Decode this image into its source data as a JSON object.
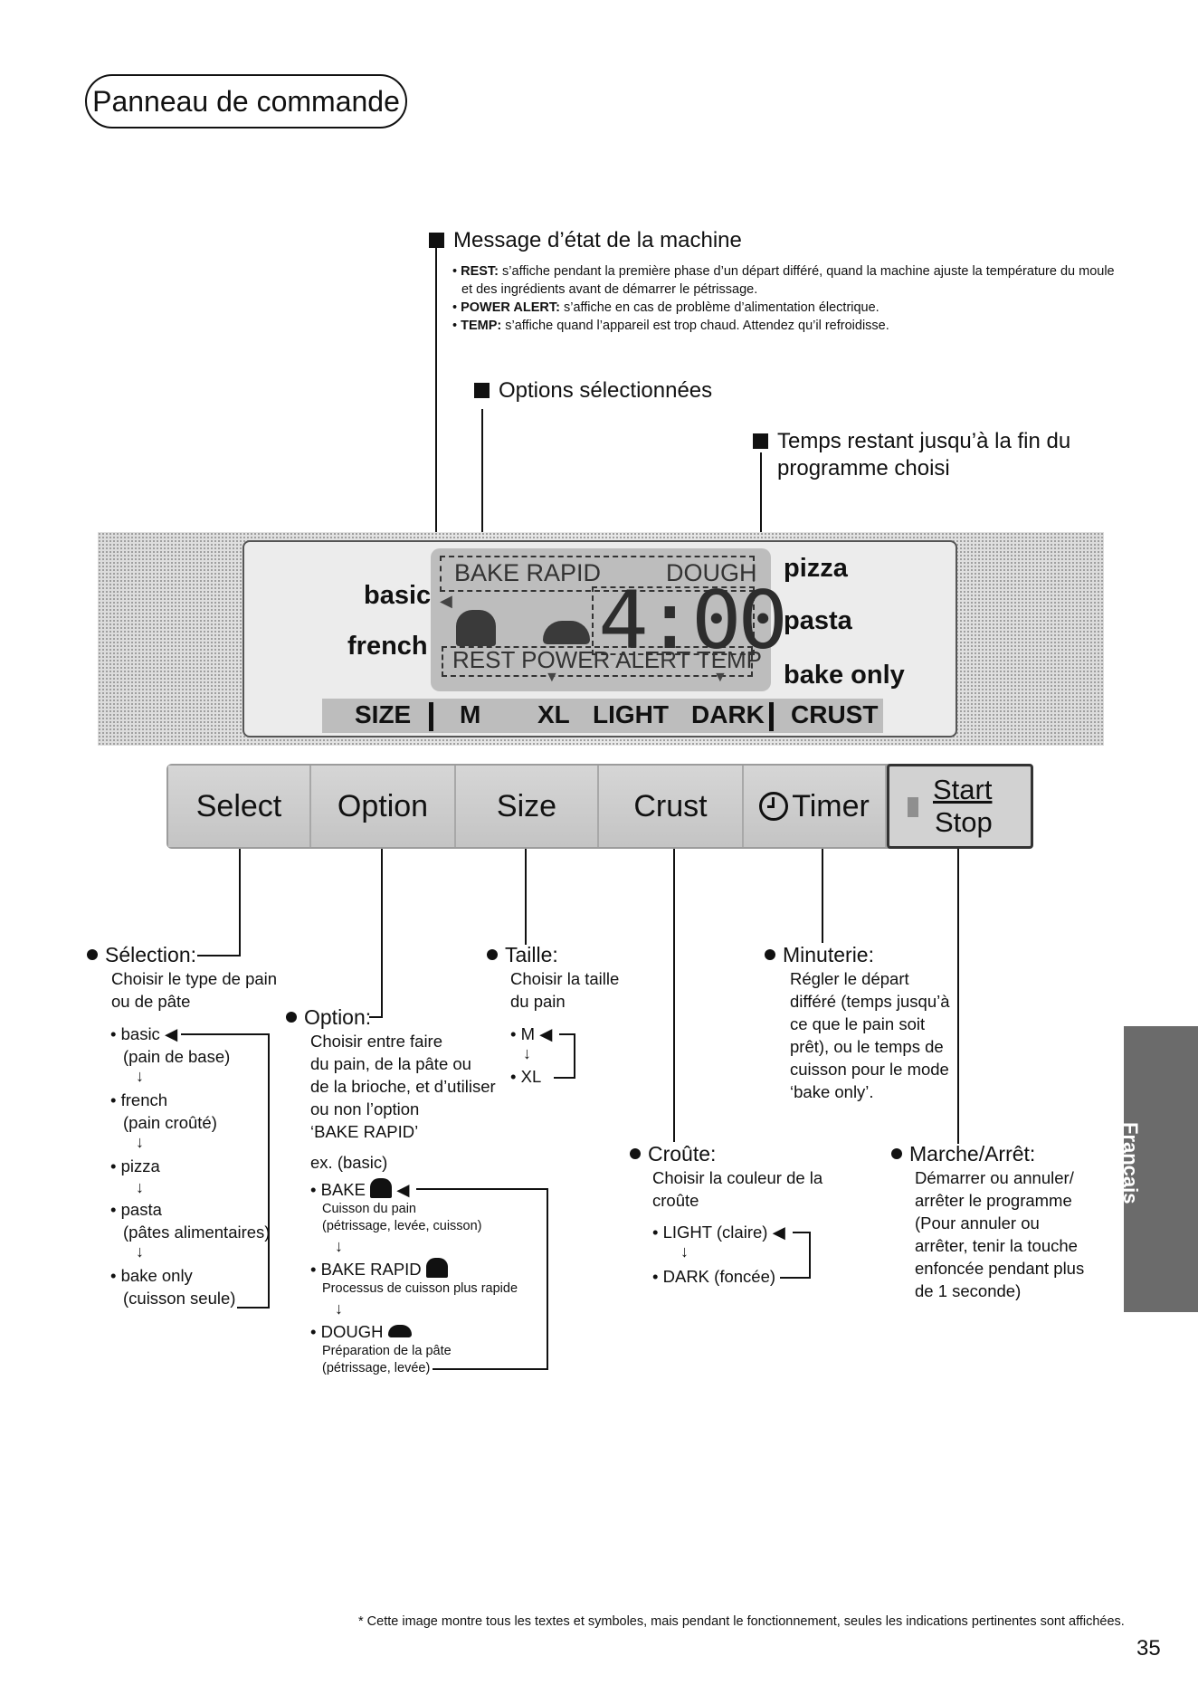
{
  "title": "Panneau de commande",
  "status_section": {
    "heading": "Message d’état de la machine",
    "items": [
      {
        "key": "REST:",
        "text": "s’affiche pendant la première phase d’un départ différé, quand la machine ajuste la température du moule"
      },
      {
        "key": "",
        "text": "et des ingrédients avant de démarrer le pétrissage."
      },
      {
        "key": "POWER ALERT:",
        "text": "s’affiche en cas de problème d’alimentation électrique."
      },
      {
        "key": "TEMP:",
        "text": "s’affiche quand l’appareil est trop chaud. Attendez qu’il refroidisse."
      }
    ]
  },
  "options_heading": "Options sélectionnées",
  "time_heading": {
    "line1": "Temps restant jusqu’à la fin du",
    "line2": "programme choisi"
  },
  "lcd": {
    "left_labels": [
      "basic",
      "french"
    ],
    "right_labels": [
      "pizza",
      "pasta",
      "bake only"
    ],
    "top_left": "BAKE RAPID",
    "top_right": "DOUGH",
    "time": "4:00",
    "status_row": "REST POWER ALERT TEMP",
    "bottom": [
      "SIZE",
      "M",
      "XL",
      "LIGHT",
      "DARK",
      "CRUST"
    ]
  },
  "buttons": {
    "select": "Select",
    "option": "Option",
    "size": "Size",
    "crust": "Crust",
    "timer": "Timer",
    "start": "Start",
    "stop": "Stop"
  },
  "selection": {
    "heading": "Sélection:",
    "desc": [
      "Choisir le type de pain",
      "ou de pâte"
    ],
    "items": [
      {
        "name": "• basic",
        "sub": "(pain de base)"
      },
      {
        "name": "• french",
        "sub": "(pain croûté)"
      },
      {
        "name": "• pizza",
        "sub": ""
      },
      {
        "name": "• pasta",
        "sub": "(pâtes alimentaires)"
      },
      {
        "name": "• bake only",
        "sub": "(cuisson seule)"
      }
    ]
  },
  "option": {
    "heading": "Option:",
    "desc": [
      "Choisir entre faire",
      "du pain, de la pâte ou",
      "de la brioche, et d’utiliser",
      "ou non l’option",
      "‘BAKE RAPID’"
    ],
    "example": "ex. (basic)",
    "items": [
      {
        "name": "• BAKE",
        "sub": [
          "Cuisson du pain",
          "(pétrissage, levée, cuisson)"
        ]
      },
      {
        "name": "• BAKE RAPID",
        "sub": [
          "Processus de cuisson plus rapide"
        ]
      },
      {
        "name": "• DOUGH",
        "sub": [
          "Préparation de la pâte",
          "(pétrissage, levée)"
        ]
      }
    ]
  },
  "taille": {
    "heading": "Taille:",
    "desc": [
      "Choisir la taille",
      "du pain"
    ],
    "items": [
      "• M",
      "• XL"
    ]
  },
  "croute": {
    "heading": "Croûte:",
    "desc": [
      "Choisir la couleur de la",
      "croûte"
    ],
    "items": [
      "• LIGHT (claire)",
      "• DARK (foncée)"
    ]
  },
  "minuterie": {
    "heading": "Minuterie:",
    "desc": [
      "Régler le départ",
      "différé (temps jusqu’à",
      "ce que le pain soit",
      "prêt), ou le temps de",
      "cuisson pour le mode",
      "‘bake only’."
    ]
  },
  "marche": {
    "heading": "Marche/Arrêt:",
    "desc": [
      "Démarrer ou annuler/",
      "arrêter le programme",
      "(Pour annuler ou",
      "arrêter, tenir la touche",
      "enfoncée pendant plus",
      "de 1 seconde)"
    ]
  },
  "side_tab": "Français",
  "footnote": "* Cette image montre tous les textes et symboles, mais pendant le fonctionnement, seules les indications pertinentes sont affichées.",
  "page_number": "35"
}
